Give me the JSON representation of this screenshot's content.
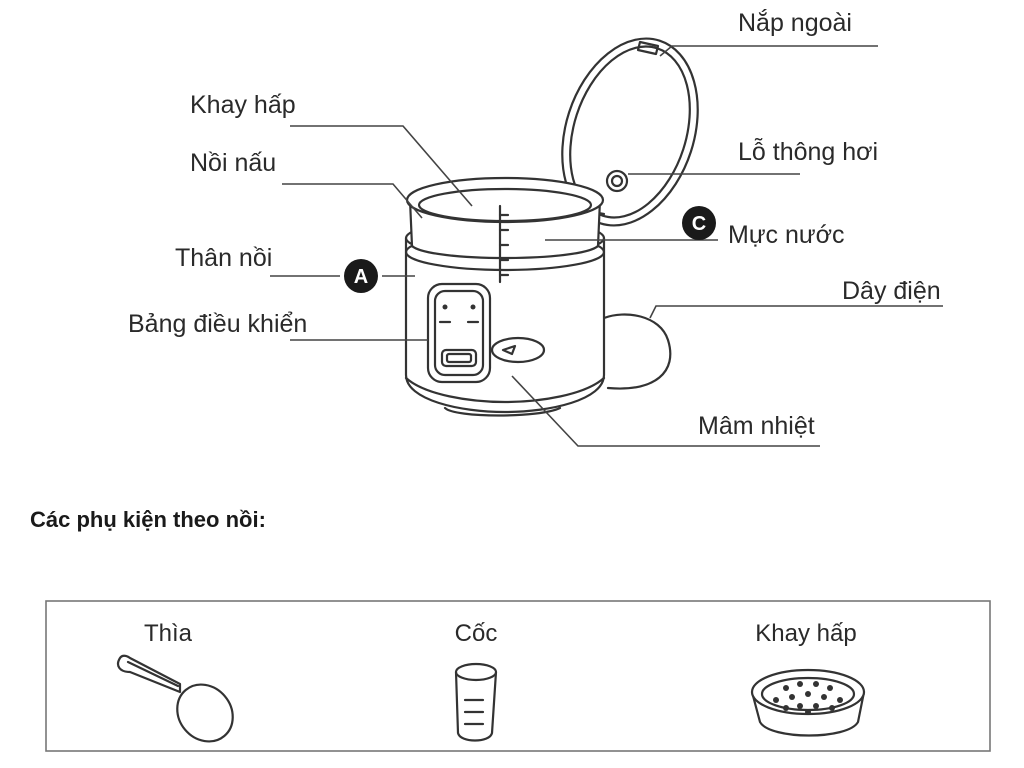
{
  "diagram": {
    "labels": {
      "outer_lid": "Nắp ngoài",
      "steam_tray": "Khay hấp",
      "vent_hole": "Lỗ thông hơi",
      "inner_pot": "Nồi nấu",
      "water_level": "Mực nước",
      "cooker_body": "Thân nồi",
      "power_cord": "Dây điện",
      "control_panel": "Bảng điều khiển",
      "heating_plate": "Mâm nhiệt"
    },
    "badges": {
      "a": "A",
      "c": "C"
    }
  },
  "accessories": {
    "heading": "Các phụ kiện theo nồi:",
    "items": [
      {
        "label": "Thìa",
        "icon": "rice-paddle-icon"
      },
      {
        "label": "Cốc",
        "icon": "measuring-cup-icon"
      },
      {
        "label": "Khay hấp",
        "icon": "steam-tray-icon"
      }
    ]
  },
  "colors": {
    "line": "#444444",
    "badge": "#1a1a1a",
    "background": "#ffffff"
  }
}
